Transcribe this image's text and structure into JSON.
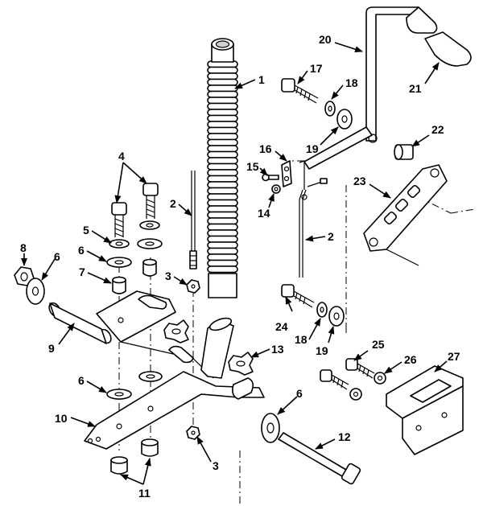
{
  "callouts": [
    {
      "num": "1",
      "part": "flexible-shaft-tube"
    },
    {
      "num": "2",
      "part": "control-rod"
    },
    {
      "num": "2",
      "part": "control-rod"
    },
    {
      "num": "3",
      "part": "nut"
    },
    {
      "num": "3",
      "part": "nut"
    },
    {
      "num": "4",
      "part": "bolt"
    },
    {
      "num": "5",
      "part": "lock-washer"
    },
    {
      "num": "6",
      "part": "flat-washer"
    },
    {
      "num": "6",
      "part": "flat-washer"
    },
    {
      "num": "6",
      "part": "flat-washer"
    },
    {
      "num": "6",
      "part": "flat-washer"
    },
    {
      "num": "7",
      "part": "spacer"
    },
    {
      "num": "8",
      "part": "nut"
    },
    {
      "num": "9",
      "part": "pivot-sleeve"
    },
    {
      "num": "10",
      "part": "lever-plate"
    },
    {
      "num": "11",
      "part": "nut"
    },
    {
      "num": "12",
      "part": "pivot-bolt"
    },
    {
      "num": "13",
      "part": "knob-nut"
    },
    {
      "num": "14",
      "part": "nut"
    },
    {
      "num": "15",
      "part": "screw"
    },
    {
      "num": "16",
      "part": "clamp"
    },
    {
      "num": "17",
      "part": "bolt"
    },
    {
      "num": "18",
      "part": "lock-washer"
    },
    {
      "num": "18",
      "part": "lock-washer"
    },
    {
      "num": "19",
      "part": "flat-washer"
    },
    {
      "num": "19",
      "part": "flat-washer"
    },
    {
      "num": "20",
      "part": "pedal-arm"
    },
    {
      "num": "21",
      "part": "pedal-pad"
    },
    {
      "num": "22",
      "part": "bushing"
    },
    {
      "num": "23",
      "part": "mounting-bracket"
    },
    {
      "num": "24",
      "part": "bolt"
    },
    {
      "num": "25",
      "part": "bolt"
    },
    {
      "num": "26",
      "part": "lock-washer"
    },
    {
      "num": "27",
      "part": "stop-bracket"
    }
  ]
}
